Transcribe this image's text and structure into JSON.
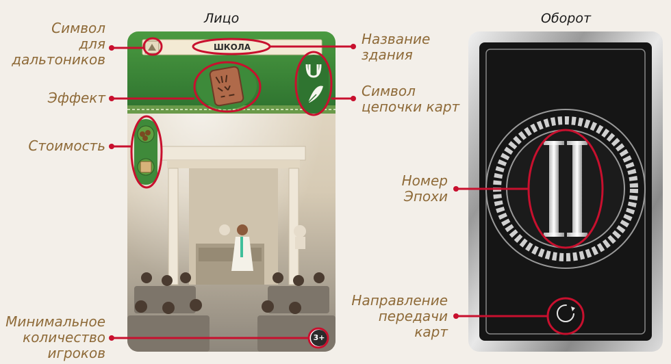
{
  "front": {
    "heading": "Лицо",
    "building_name": "ШКОЛА",
    "player_count": "3+",
    "labels": {
      "colorblind": "Символ\nдля\nдальтоников",
      "effect": "Эффект",
      "cost": "Стоимость",
      "min_players": "Минимальное\nколичество\nигроков",
      "building_name": "Название\nздания",
      "chain": "Символ\nцепочки карт"
    }
  },
  "back": {
    "heading": "Оборот",
    "age_numeral": "II",
    "labels": {
      "age_number": "Номер\nЭпохи",
      "pass_direction": "Направление\nпередачи\nкарт"
    }
  },
  "colors": {
    "label": "#8e6a38",
    "annotation": "#c8102e",
    "card_green": "#3f8a3a"
  }
}
